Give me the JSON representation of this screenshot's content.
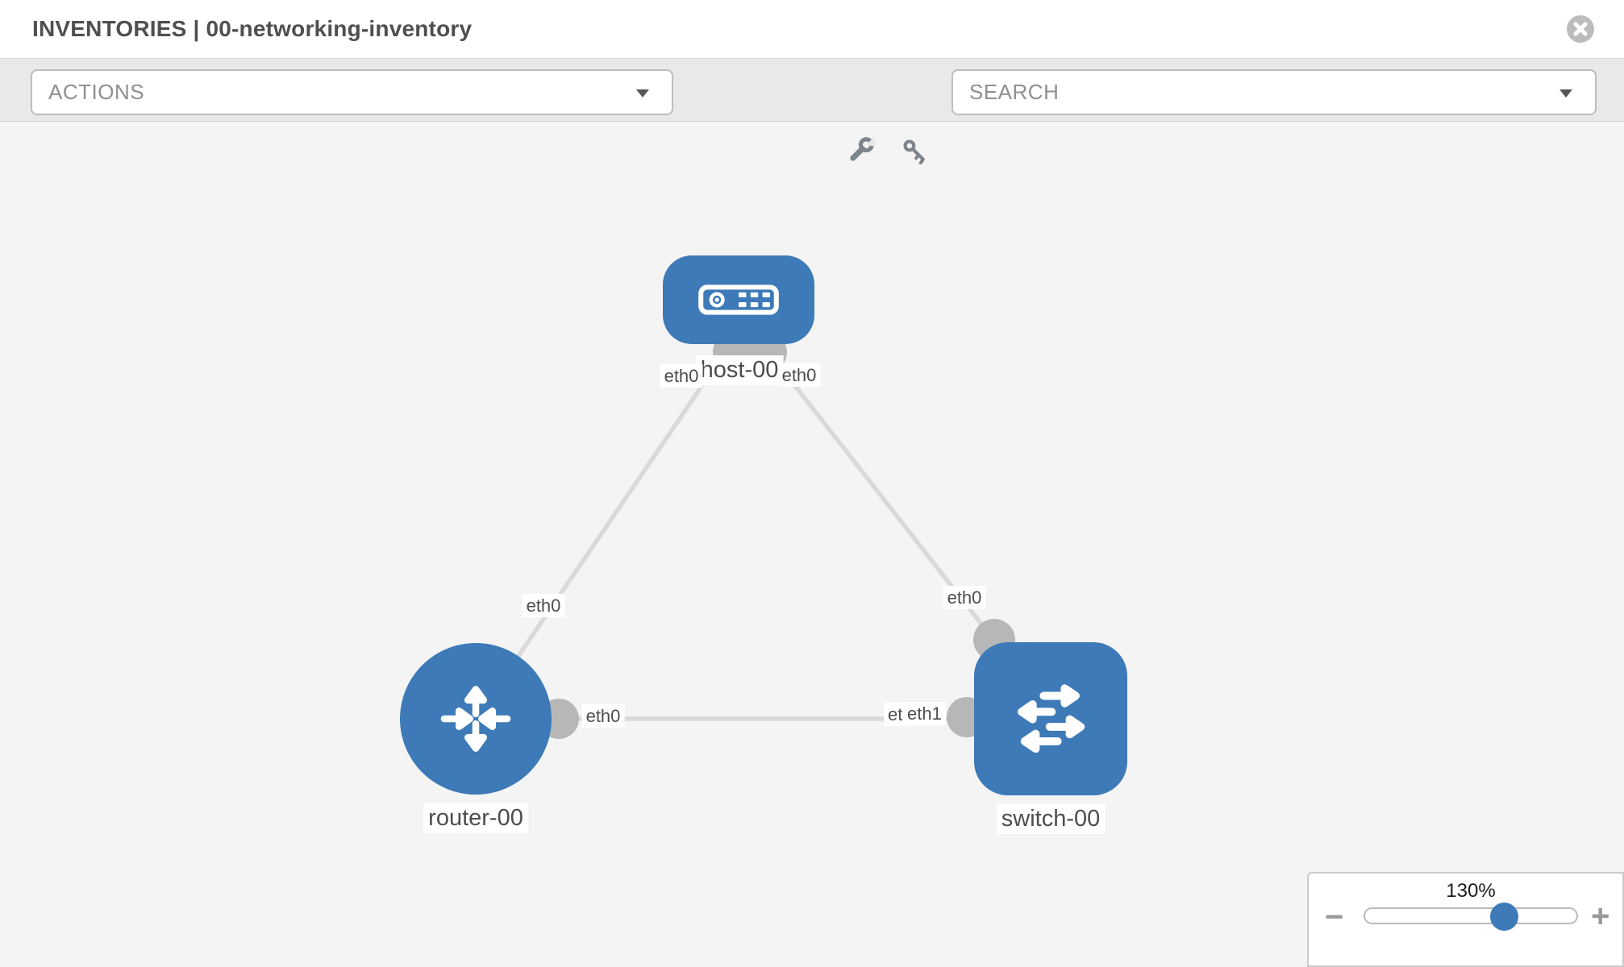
{
  "header": {
    "title": "INVENTORIES | 00-networking-inventory",
    "close_icon": "close-icon"
  },
  "toolbar": {
    "actions_label": "ACTIONS",
    "search_label": "SEARCH",
    "icons": [
      "wrench-icon",
      "key-icon"
    ]
  },
  "graph": {
    "nodes": [
      {
        "label": "host-00",
        "type": "host"
      },
      {
        "label": "router-00",
        "type": "router"
      },
      {
        "label": "switch-00",
        "type": "switch"
      }
    ],
    "edges": [
      {
        "from": "host-00",
        "to": "router-00"
      },
      {
        "from": "host-00",
        "to": "switch-00"
      },
      {
        "from": "router-00",
        "to": "switch-00"
      }
    ],
    "port_labels": [
      {
        "text": "eth0"
      },
      {
        "text": "eth0"
      },
      {
        "text": "eth0"
      },
      {
        "text": "eth0"
      },
      {
        "text": "eth0"
      },
      {
        "text": "etl"
      },
      {
        "text": "eth1"
      }
    ]
  },
  "zoom_control": {
    "level": "130%",
    "zoom_out": "−",
    "zoom_in": "+"
  },
  "colors": {
    "node_blue": "#3d7ab7",
    "edge_gray": "#d9d9d9",
    "port_gray": "#b7b7b7",
    "toolbar_gray": "#e9e9e9"
  }
}
